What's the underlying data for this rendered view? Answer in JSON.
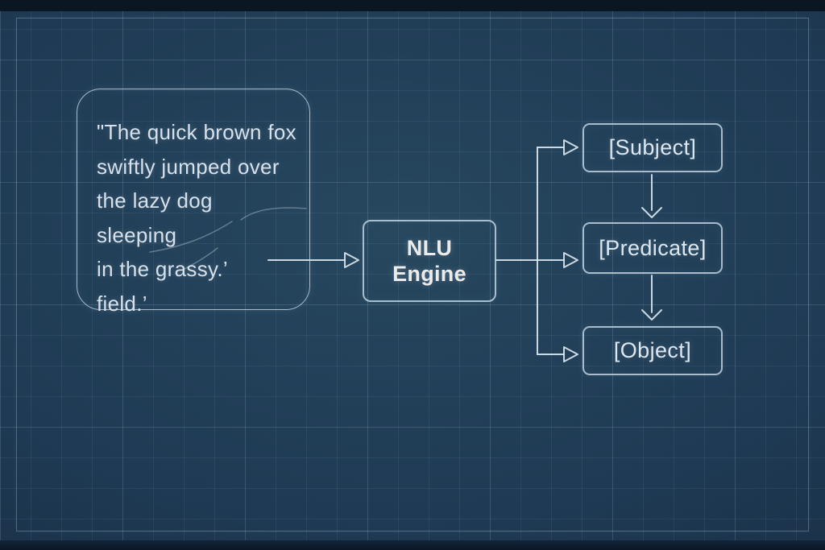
{
  "colors": {
    "bg_center": "#27485f",
    "bg_mid": "#1f3a54",
    "bg_edge": "#15293e",
    "letterbox": "#0b1623",
    "stroke": "#d9e5ef",
    "box_border": "#c6d8e7",
    "quote_text": "#d6e1eb",
    "engine_text": "#ebece9",
    "output_text": "#dde7f0",
    "frame_line": "#c0d4e4"
  },
  "quote_box": {
    "lines": [
      "\"The quick brown fox",
      "swiftly jumped over",
      "the lazy dog sleeping",
      "in the grassy.’",
      "field.’"
    ]
  },
  "engine_box": {
    "line1": "NLU",
    "line2": "Engine"
  },
  "outputs": [
    {
      "label": "[Subject]"
    },
    {
      "label": "[Predicate]"
    },
    {
      "label": "[Object]"
    }
  ]
}
